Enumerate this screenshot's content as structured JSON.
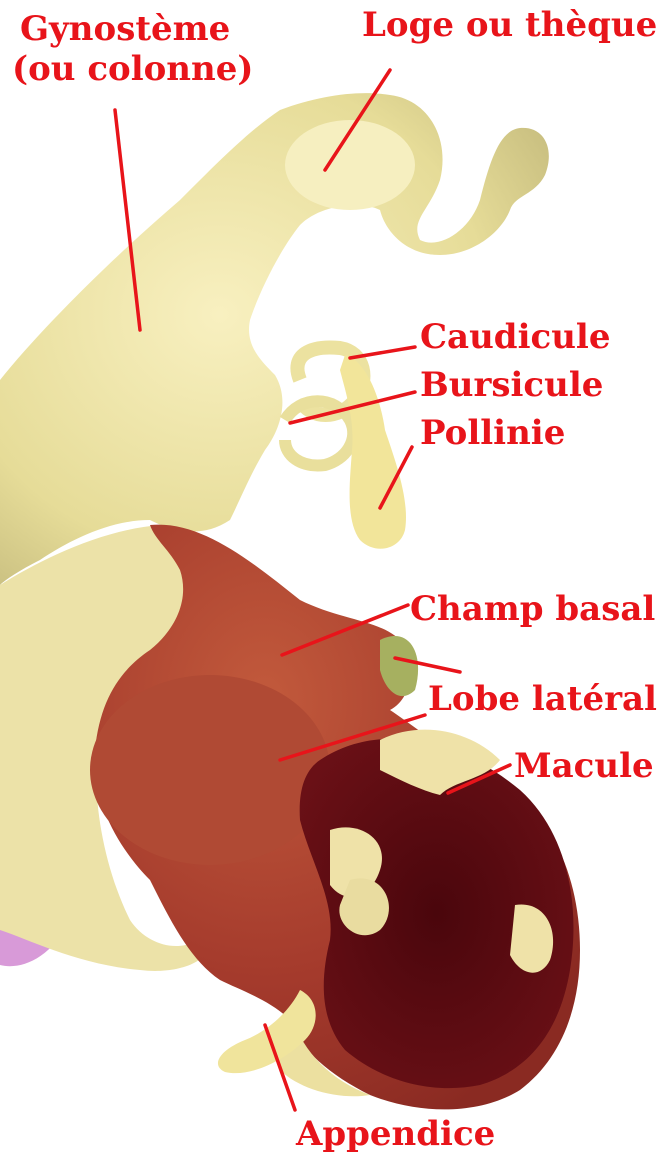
{
  "colors": {
    "label": "#e8141a",
    "leader_line": "#e8141a",
    "background": "#ffffff",
    "column_yellow": "#ede4a0",
    "pollinia_yellow": "#f2e59a",
    "lip_velvet": "#a43a2c",
    "lip_dark": "#5a0a10",
    "macula_cream": "#efe2a8",
    "sepal_pink": "#d89ad8"
  },
  "labels": {
    "gynosteme_line1": "Gynostème",
    "gynosteme_line2": "(ou colonne)",
    "loge": "Loge ou thèque",
    "caudicule": "Caudicule",
    "bursicule": "Bursicule",
    "pollinie": "Pollinie",
    "champ_basal": "Champ basal",
    "lobe_lateral": "Lobe latéral",
    "macule": "Macule",
    "appendice": "Appendice"
  }
}
